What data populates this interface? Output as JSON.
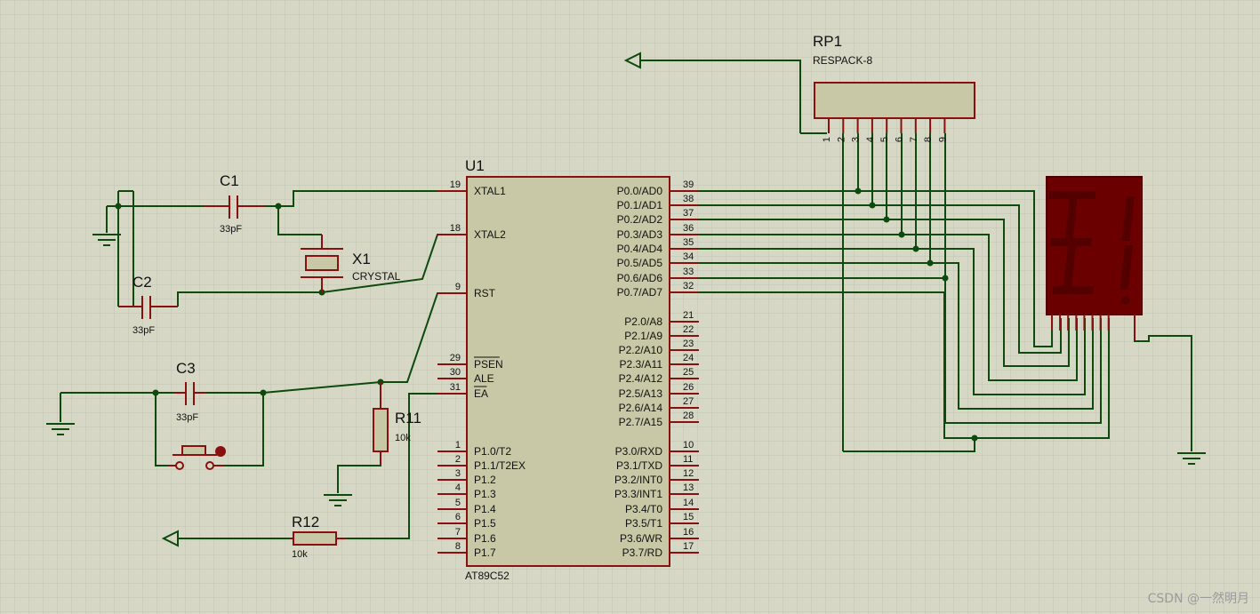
{
  "components": {
    "u1": {
      "ref": "U1",
      "type": "AT89C52"
    },
    "rp1": {
      "ref": "RP1",
      "type": "RESPACK-8",
      "pins": [
        "1",
        "2",
        "3",
        "4",
        "5",
        "6",
        "7",
        "8",
        "9"
      ]
    },
    "c1": {
      "ref": "C1",
      "value": "33pF"
    },
    "c2": {
      "ref": "C2",
      "value": "33pF"
    },
    "c3": {
      "ref": "C3",
      "value": "33pF"
    },
    "x1": {
      "ref": "X1",
      "value": "CRYSTAL"
    },
    "r11": {
      "ref": "R11",
      "value": "10k"
    },
    "r12": {
      "ref": "R12",
      "value": "10k"
    }
  },
  "mcu_left_pins": [
    {
      "num": "19",
      "name": "XTAL1"
    },
    {
      "num": "18",
      "name": "XTAL2"
    },
    {
      "num": "9",
      "name": "RST"
    },
    {
      "num": "29",
      "name": "PSEN"
    },
    {
      "num": "30",
      "name": "ALE"
    },
    {
      "num": "31",
      "name": "EA"
    },
    {
      "num": "1",
      "name": "P1.0/T2"
    },
    {
      "num": "2",
      "name": "P1.1/T2EX"
    },
    {
      "num": "3",
      "name": "P1.2"
    },
    {
      "num": "4",
      "name": "P1.3"
    },
    {
      "num": "5",
      "name": "P1.4"
    },
    {
      "num": "6",
      "name": "P1.5"
    },
    {
      "num": "7",
      "name": "P1.6"
    },
    {
      "num": "8",
      "name": "P1.7"
    }
  ],
  "mcu_right_pins": [
    {
      "num": "39",
      "name": "P0.0/AD0"
    },
    {
      "num": "38",
      "name": "P0.1/AD1"
    },
    {
      "num": "37",
      "name": "P0.2/AD2"
    },
    {
      "num": "36",
      "name": "P0.3/AD3"
    },
    {
      "num": "35",
      "name": "P0.4/AD4"
    },
    {
      "num": "34",
      "name": "P0.5/AD5"
    },
    {
      "num": "33",
      "name": "P0.6/AD6"
    },
    {
      "num": "32",
      "name": "P0.7/AD7"
    },
    {
      "num": "21",
      "name": "P2.0/A8"
    },
    {
      "num": "22",
      "name": "P2.1/A9"
    },
    {
      "num": "23",
      "name": "P2.2/A10"
    },
    {
      "num": "24",
      "name": "P2.3/A11"
    },
    {
      "num": "25",
      "name": "P2.4/A12"
    },
    {
      "num": "26",
      "name": "P2.5/A13"
    },
    {
      "num": "27",
      "name": "P2.6/A14"
    },
    {
      "num": "28",
      "name": "P2.7/A15"
    },
    {
      "num": "10",
      "name": "P3.0/RXD"
    },
    {
      "num": "11",
      "name": "P3.1/TXD"
    },
    {
      "num": "12",
      "name": "P3.2/INT0"
    },
    {
      "num": "13",
      "name": "P3.3/INT1"
    },
    {
      "num": "14",
      "name": "P3.4/T0"
    },
    {
      "num": "15",
      "name": "P3.5/T1"
    },
    {
      "num": "16",
      "name": "P3.6/WR"
    },
    {
      "num": "17",
      "name": "P3.7/RD"
    }
  ],
  "watermark": "CSDN @一然明月",
  "colors": {
    "background": "#d6d8c5",
    "wire": "#0d4a0d",
    "component": "#8a0f0f",
    "body": "#c8c8a6",
    "display": "#6b0000"
  }
}
